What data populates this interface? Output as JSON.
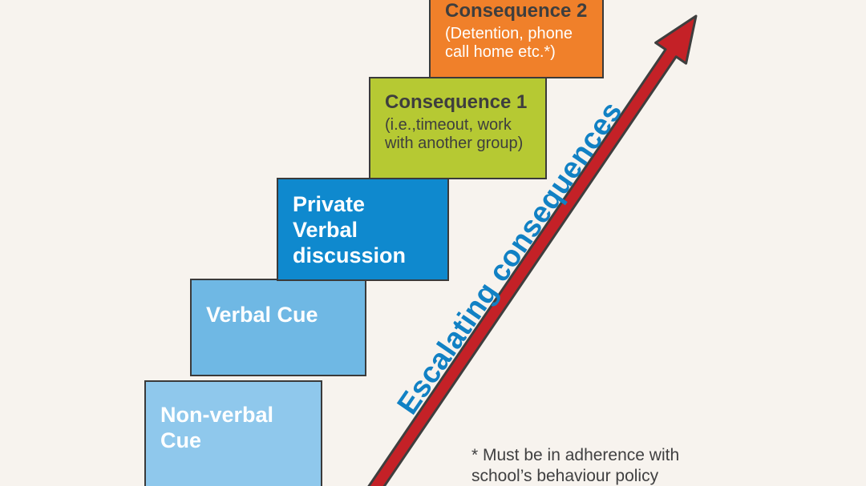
{
  "colors": {
    "background": "#f7f3ee",
    "arrow_red": "#c42127",
    "arrow_outline": "#3e3e3e",
    "label_blue": "#1181c4",
    "dark_text": "#404041"
  },
  "steps": [
    {
      "title": "Non-verbal Cue",
      "subtitle": "",
      "bg": "#8fc8ec",
      "title_color": "#ffffff"
    },
    {
      "title": "Verbal Cue",
      "subtitle": "",
      "bg": "#6fb8e4",
      "title_color": "#ffffff"
    },
    {
      "title": "Private Verbal discussion",
      "subtitle": "",
      "bg": "#0f89ce",
      "title_color": "#ffffff"
    },
    {
      "title": "Consequence 1",
      "subtitle": "(i.e.,timeout, work with another group)",
      "bg": "#b6c933",
      "title_color": "#3e3e3e",
      "subtitle_color": "#3e3e3e"
    },
    {
      "title": "Consequence 2",
      "subtitle": "(Detention, phone call home etc.*)",
      "bg": "#f0802a",
      "title_color": "#3e3e3e",
      "subtitle_color": "#ffffff"
    }
  ],
  "arrow": {
    "label": "Escalating consequences"
  },
  "footnote": {
    "line1": "* Must be in adherence with",
    "line2": "school’s behaviour policy"
  }
}
